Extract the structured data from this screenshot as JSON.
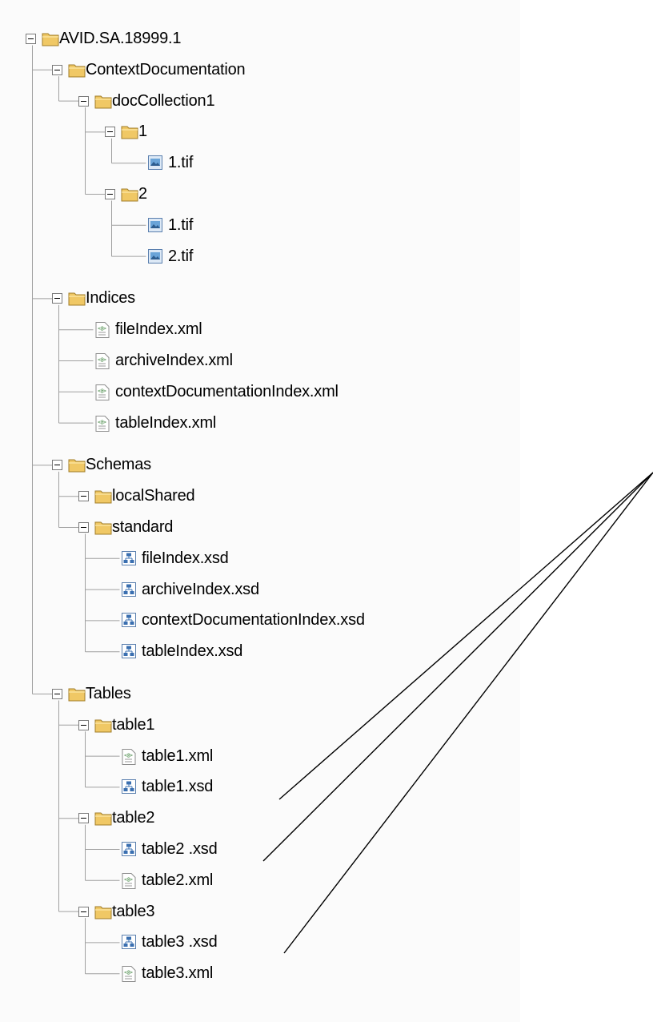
{
  "tree": {
    "nodes": [
      {
        "label": "AVID.SA.18999.1",
        "type": "folder",
        "depth": 0,
        "expanded": true
      },
      {
        "label": "ContextDocumentation",
        "type": "folder",
        "depth": 1,
        "expanded": true
      },
      {
        "label": "docCollection1",
        "type": "folder",
        "depth": 2,
        "expanded": true
      },
      {
        "label": "1",
        "type": "folder",
        "depth": 3,
        "expanded": true
      },
      {
        "label": "1.tif",
        "type": "image",
        "depth": 4
      },
      {
        "label": "2",
        "type": "folder",
        "depth": 3,
        "expanded": true
      },
      {
        "label": "1.tif",
        "type": "image",
        "depth": 4
      },
      {
        "label": "2.tif",
        "type": "image",
        "depth": 4
      },
      {
        "label": "Indices",
        "type": "folder",
        "depth": 1,
        "expanded": true
      },
      {
        "label": "fileIndex.xml",
        "type": "xml",
        "depth": 2
      },
      {
        "label": "archiveIndex.xml",
        "type": "xml",
        "depth": 2
      },
      {
        "label": "contextDocumentationIndex.xml",
        "type": "xml",
        "depth": 2
      },
      {
        "label": "tableIndex.xml",
        "type": "xml",
        "depth": 2
      },
      {
        "label": "Schemas",
        "type": "folder",
        "depth": 1,
        "expanded": true
      },
      {
        "label": "localShared",
        "type": "folder",
        "depth": 2,
        "expanded": true
      },
      {
        "label": "standard",
        "type": "folder",
        "depth": 2,
        "expanded": true
      },
      {
        "label": "fileIndex.xsd",
        "type": "xsd",
        "depth": 3
      },
      {
        "label": "archiveIndex.xsd",
        "type": "xsd",
        "depth": 3
      },
      {
        "label": "contextDocumentationIndex.xsd",
        "type": "xsd",
        "depth": 3
      },
      {
        "label": "tableIndex.xsd",
        "type": "xsd",
        "depth": 3
      },
      {
        "label": "Tables",
        "type": "folder",
        "depth": 1,
        "expanded": true
      },
      {
        "label": "table1",
        "type": "folder",
        "depth": 2,
        "expanded": true
      },
      {
        "label": "table1.xml",
        "type": "xml",
        "depth": 3
      },
      {
        "label": "table1.xsd",
        "type": "xsd",
        "depth": 3
      },
      {
        "label": "table2",
        "type": "folder",
        "depth": 2,
        "expanded": true
      },
      {
        "label": "table2 .xsd",
        "type": "xsd",
        "depth": 3
      },
      {
        "label": "table2.xml",
        "type": "xml",
        "depth": 3
      },
      {
        "label": "table3",
        "type": "folder",
        "depth": 2,
        "expanded": true
      },
      {
        "label": "table3 .xsd",
        "type": "xsd",
        "depth": 3
      },
      {
        "label": "table3.xml",
        "type": "xml",
        "depth": 3
      }
    ]
  },
  "icons": {
    "folder": "folder-icon",
    "image": "image-file-icon",
    "xml": "xml-file-icon",
    "xsd": "xsd-schema-icon"
  },
  "colors": {
    "folder_fill": "#f0c865",
    "folder_edge": "#a07c28",
    "tree_line": "#a0a0a0",
    "panel_bg": "#fbfbfb"
  }
}
